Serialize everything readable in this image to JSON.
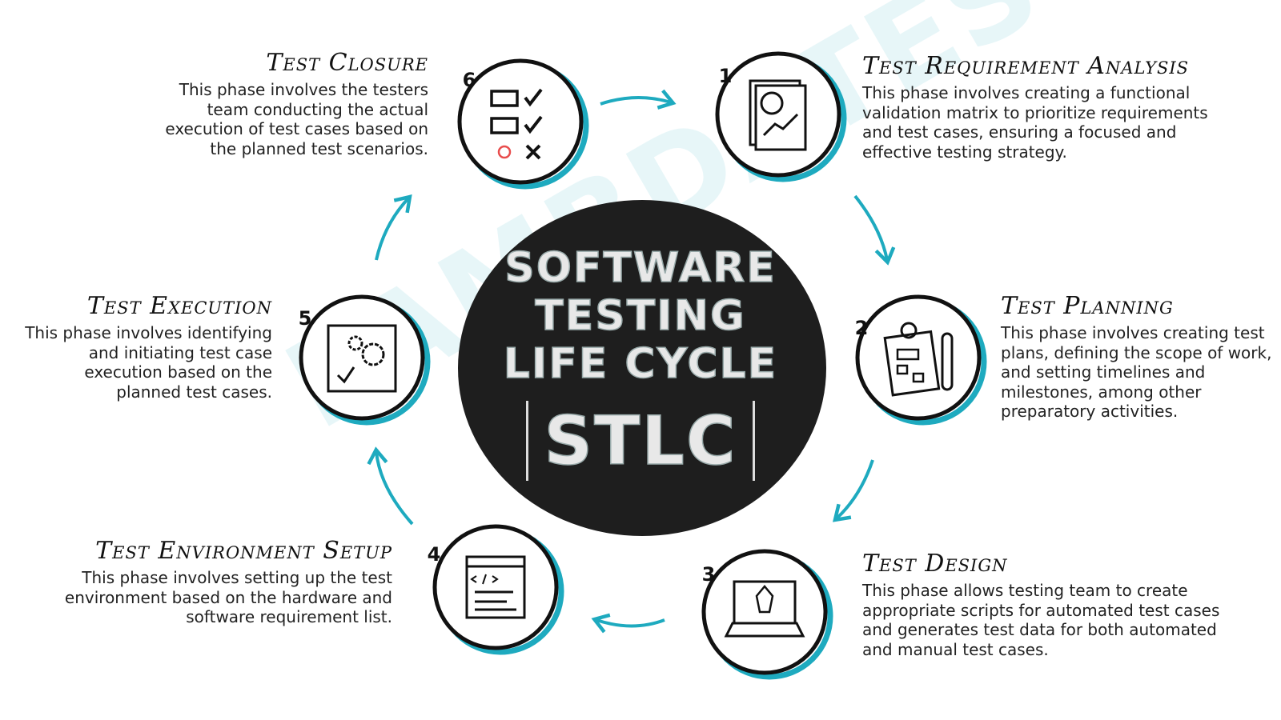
{
  "watermark": "LAMBDATEST",
  "center": {
    "lines": [
      "SOFTWARE",
      "TESTING",
      "LIFE CYCLE"
    ],
    "abbr": "STLC"
  },
  "colors": {
    "accent": "#1eaabf",
    "center_fill": "#1e1e1e",
    "bug": "#e84c4c"
  },
  "phases": [
    {
      "number": "1",
      "title": "Test Requirement Analysis",
      "icon": "report-document-icon",
      "description": "This phase involves creating a functional validation matrix to prioritize requirements and test cases, ensuring a focused and effective testing strategy."
    },
    {
      "number": "2",
      "title": "Test Planning",
      "icon": "clipboard-plan-icon",
      "description": "This phase involves creating test plans, defining the scope of work, and setting timelines and milestones, among other preparatory activities."
    },
    {
      "number": "3",
      "title": "Test Design",
      "icon": "laptop-design-icon",
      "description": "This phase allows testing team to create appropriate scripts for automated test cases and generates test data for both automated and manual test cases."
    },
    {
      "number": "4",
      "title": "Test Environment Setup",
      "icon": "code-window-icon",
      "description": "This phase involves setting up the test environment based on the hardware and software requirement list."
    },
    {
      "number": "5",
      "title": "Test Execution",
      "icon": "gears-check-icon",
      "description": "This phase involves identifying and initiating test case execution based on the planned test cases."
    },
    {
      "number": "6",
      "title": "Test Closure",
      "icon": "checklist-bug-icon",
      "description": "This phase involves the testers team conducting the actual execution of test cases based on the planned test scenarios."
    }
  ]
}
